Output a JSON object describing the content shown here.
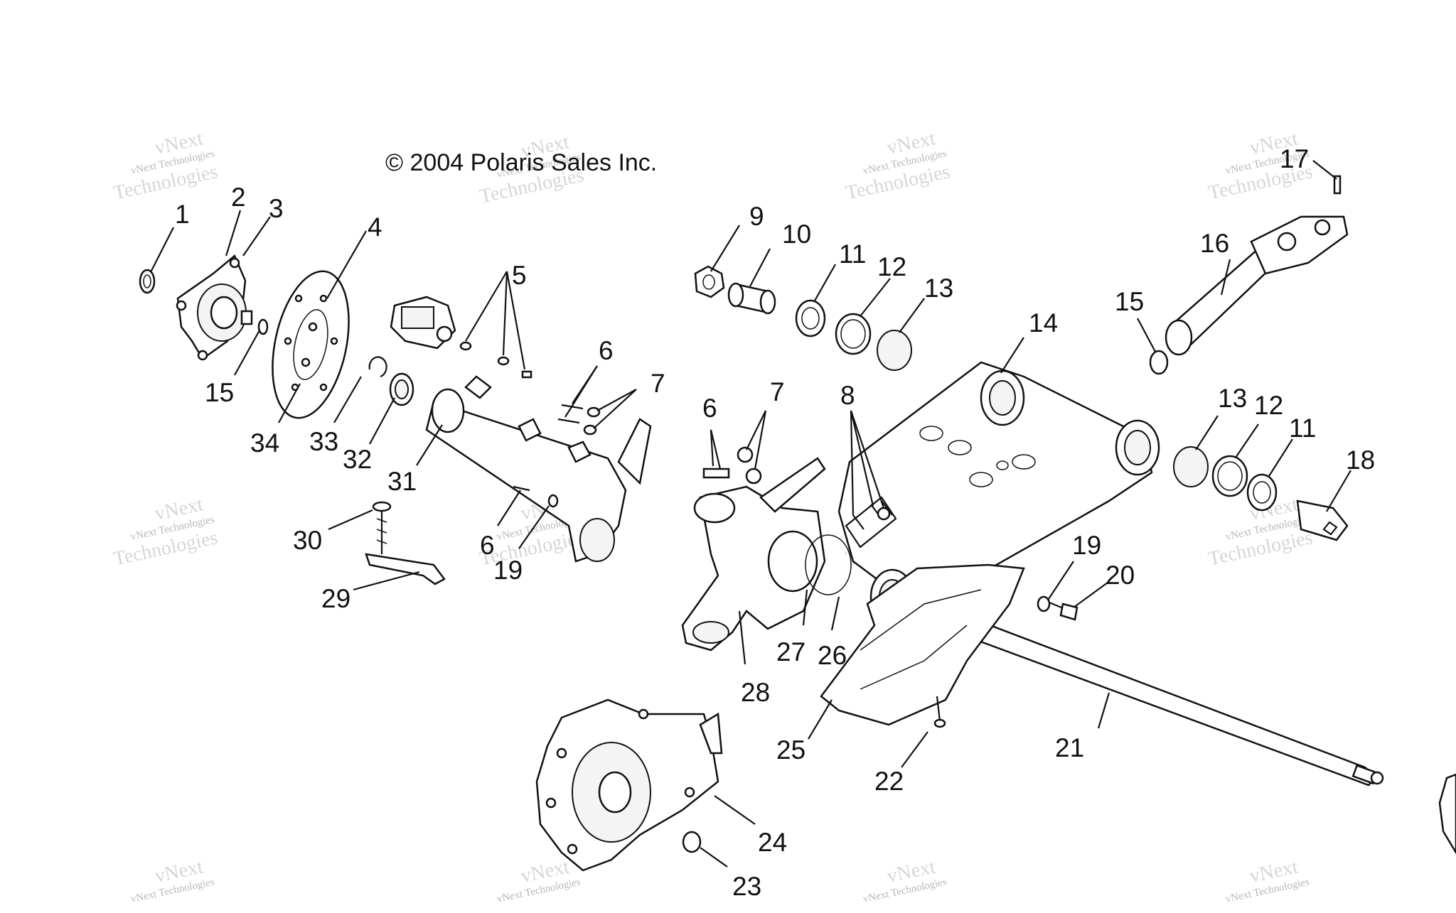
{
  "copyright": "© 2004 Polaris Sales Inc.",
  "watermark": {
    "line1": "vNext Technologies",
    "line2": "vNext",
    "line3": "Technologies"
  },
  "callouts": [
    "1",
    "2",
    "3",
    "4",
    "5",
    "6",
    "7",
    "15",
    "34",
    "33",
    "32",
    "31",
    "30",
    "29",
    "6",
    "19",
    "9",
    "10",
    "11",
    "12",
    "13",
    "14",
    "16",
    "17",
    "15",
    "13",
    "12",
    "11",
    "18",
    "6",
    "7",
    "8",
    "19",
    "20",
    "21",
    "22",
    "23",
    "24",
    "25",
    "26",
    "27",
    "28"
  ]
}
